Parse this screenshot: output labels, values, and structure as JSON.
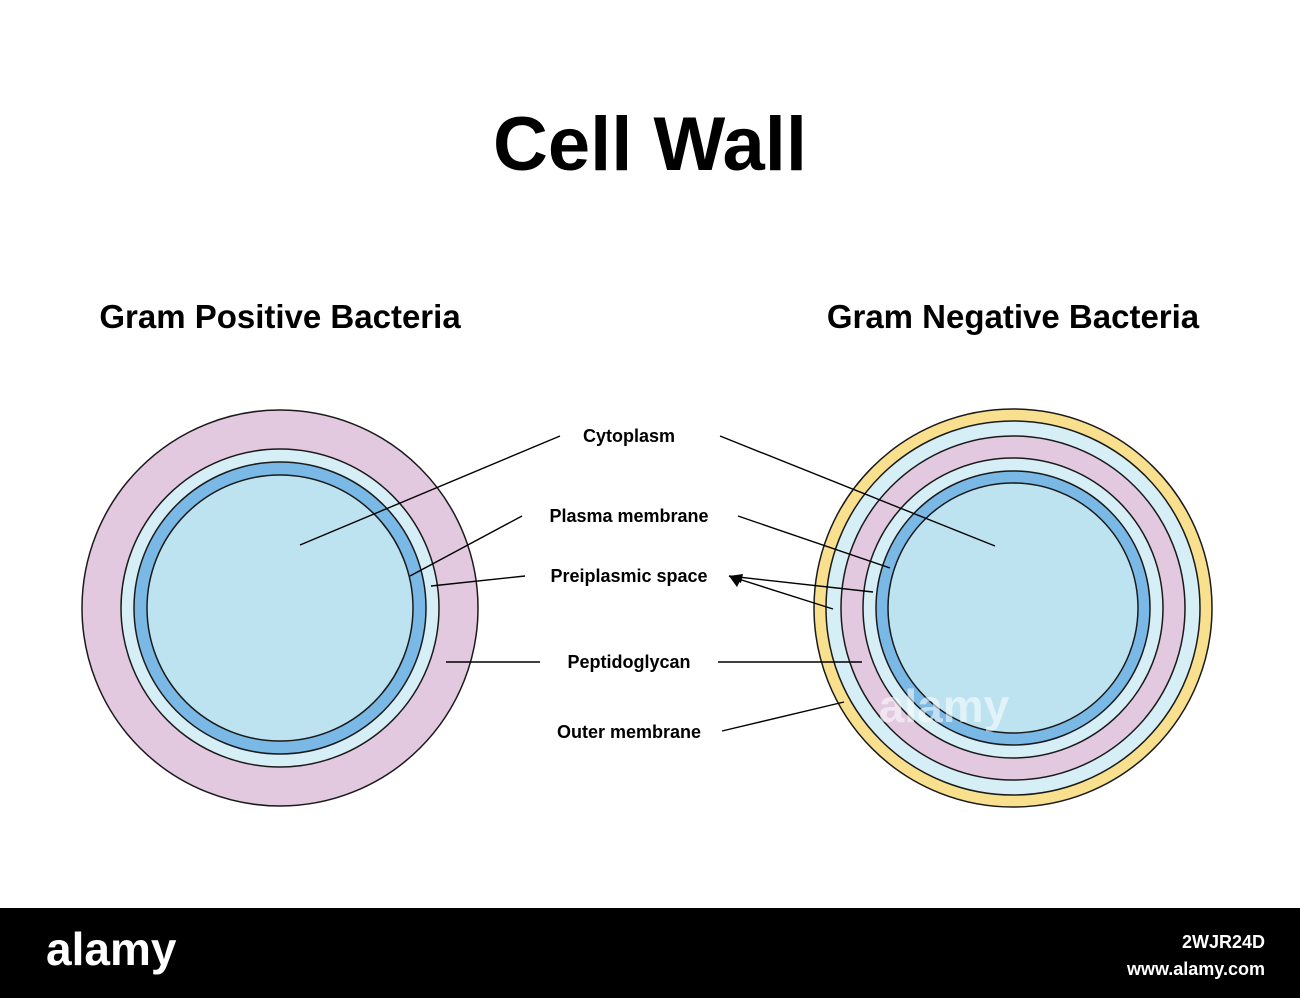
{
  "diagram": {
    "title": "Cell Wall",
    "left_heading": "Gram Positive Bacteria",
    "right_heading": "Gram Negative Bacteria",
    "labels": {
      "cytoplasm": "Cytoplasm",
      "plasma_membrane": "Plasma membrane",
      "periplasmic_space": "Preiplasmic space",
      "peptidoglycan": "Peptidoglycan",
      "outer_membrane": "Outer membrane"
    },
    "colors": {
      "cytoplasm": "#bde3f0",
      "plasma_membrane": "#7ab8e6",
      "periplasmic_space": "#d6eef5",
      "peptidoglycan": "#e2c9e0",
      "outer_membrane": "#f8e08e",
      "outline": "#1a1a1a"
    }
  },
  "watermark": {
    "brand": "alamy",
    "image_id": "2WJR24D",
    "url": "www.alamy.com"
  }
}
